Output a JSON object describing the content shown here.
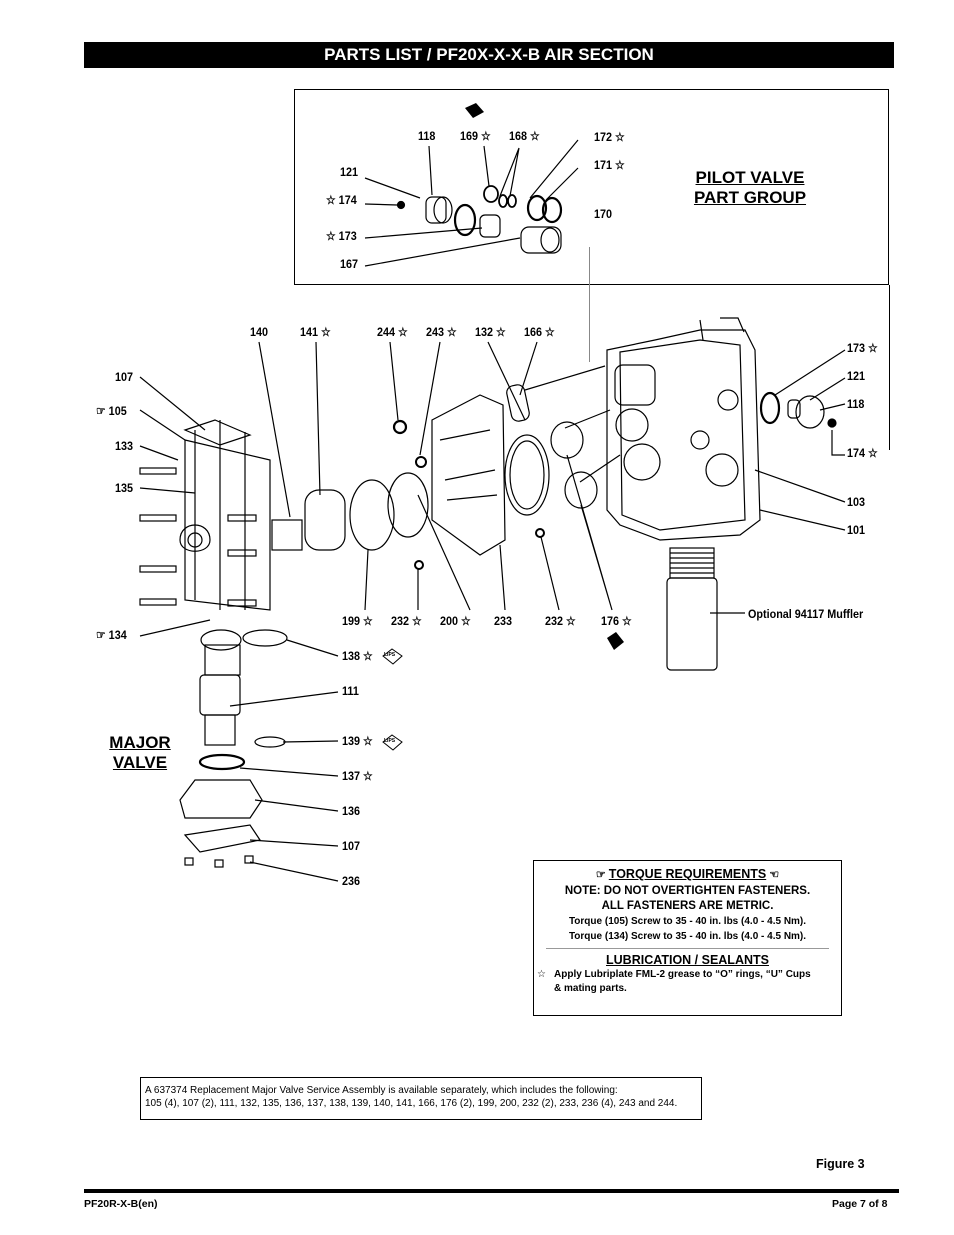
{
  "header": {
    "title": "PARTS LIST / PF20X-X-X-B AIR SECTION"
  },
  "groups": {
    "pilot_line1": "PILOT VALVE",
    "pilot_line2": "PART GROUP",
    "major_line1": "MAJOR",
    "major_line2": "VALVE"
  },
  "callouts": {
    "c118a": "118",
    "c169": "169 ☆",
    "c168": "168 ☆",
    "c172": "172 ☆",
    "c171": "171 ☆",
    "c170": "170",
    "c121a": "121",
    "c174a": "☆ 174",
    "c173a": "☆ 173",
    "c167": "167",
    "c140": "140",
    "c141": "141 ☆",
    "c244": "244 ☆",
    "c243": "243 ☆",
    "c132": "132 ☆",
    "c166": "166 ☆",
    "c173b": "173 ☆",
    "c121b": "121",
    "c118b": "118",
    "c174b": "174 ☆",
    "c103": "103",
    "c101": "101",
    "c107a": "107",
    "c105": "☞ 105",
    "c133": "133",
    "c135": "135",
    "c134": "☞ 134",
    "c199": "199 ☆",
    "c232a": "232 ☆",
    "c200": "200 ☆",
    "c233": "233",
    "c232b": "232 ☆",
    "c176": "176 ☆",
    "muffler": "Optional 94117 Muffler",
    "c138": "138 ☆",
    "c111": "111",
    "c139": "139 ☆",
    "c137": "137 ☆",
    "c136": "136",
    "c107b": "107",
    "c236": "236",
    "lips": "LIPS"
  },
  "torque_box": {
    "heading": "TORQUE REQUIREMENTS",
    "left_icon": "☞",
    "right_icon": "☜",
    "note1": "NOTE: DO NOT OVERTIGHTEN FASTENERS.",
    "note2": "ALL FASTENERS ARE METRIC.",
    "t105": "Torque (105) Screw to 35 - 40 in. lbs (4.0 - 4.5 Nm).",
    "t134": "Torque (134) Screw to 35 - 40 in. lbs (4.0 - 4.5 Nm).",
    "lub_heading": "LUBRICATION / SEALANTS",
    "lub_star": "☆",
    "lub1": "Apply Lubriplate FML-2 grease to “O” rings, “U” Cups",
    "lub2": "& mating parts."
  },
  "service_note": {
    "line1": "A 637374 Replacement Major Valve Service Assembly is available separately, which includes the following:",
    "line2": "105 (4), 107 (2), 111, 132, 135, 136, 137, 138, 139, 140, 141, 166, 176 (2), 199, 200, 232 (2), 233, 236 (4), 243 and 244."
  },
  "figure_label": "Figure 3",
  "footer": {
    "doc_id": "PF20R-X-B(en)",
    "page": "Page  7 of 8"
  }
}
